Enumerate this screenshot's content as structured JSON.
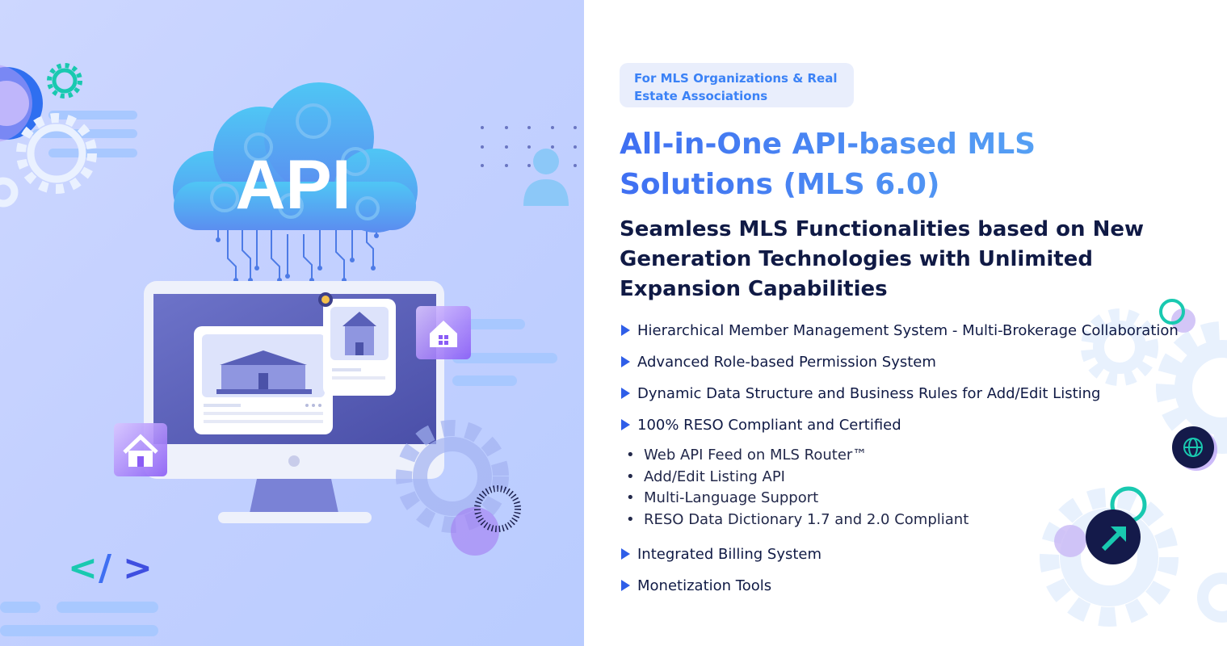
{
  "illustration": {
    "cloud_label": "API",
    "code_icon_left": "<",
    "code_icon_slash": "/",
    "code_icon_right": ">"
  },
  "badge": "For MLS Organizations & Real Estate Associations",
  "title": "All-in-One API-based MLS Solutions (MLS 6.0)",
  "subtitle": "Seamless MLS Functionalities based on New Generation Technologies with Unlimited Expansion Capabilities",
  "features_top": [
    "Hierarchical Member Management System - Multi-Brokerage Collaboration",
    "Advanced Role-based Permission System",
    "Dynamic Data Structure and Business Rules for Add/Edit Listing",
    "100% RESO Compliant and Certified"
  ],
  "sub_features": [
    "Web API Feed on MLS Router™",
    "Add/Edit Listing API",
    "Multi-Language Support",
    "RESO Data Dictionary 1.7 and 2.0 Compliant"
  ],
  "features_bottom": [
    "Integrated Billing System",
    "Monetization Tools"
  ],
  "colors": {
    "accent": "#3b82f6",
    "heading_dark": "#101a45",
    "bullet": "#2f5ee8",
    "panel_bg": "#c3d0ff"
  }
}
